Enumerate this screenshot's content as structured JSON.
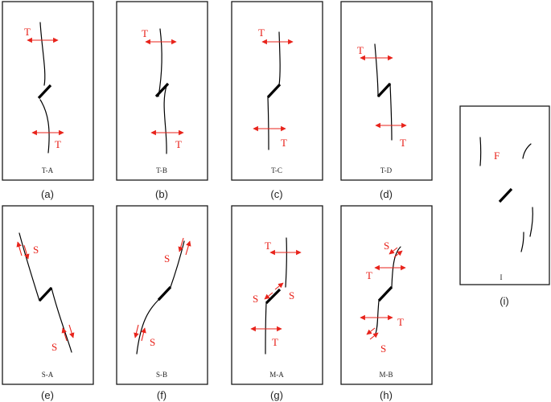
{
  "panels": {
    "a": {
      "code": "T-A",
      "caption": "(a)",
      "labels": [
        "T",
        "T"
      ]
    },
    "b": {
      "code": "T-B",
      "caption": "(b)",
      "labels": [
        "T",
        "T"
      ]
    },
    "c": {
      "code": "T-C",
      "caption": "(c)",
      "labels": [
        "T",
        "T"
      ]
    },
    "d": {
      "code": "T-D",
      "caption": "(d)",
      "labels": [
        "T",
        "T"
      ]
    },
    "e": {
      "code": "S-A",
      "caption": "(e)",
      "labels": [
        "S",
        "S"
      ]
    },
    "f": {
      "code": "S-B",
      "caption": "(f)",
      "labels": [
        "S",
        "S"
      ]
    },
    "g": {
      "code": "M-A",
      "caption": "(g)",
      "labels": [
        "T",
        "S",
        "S",
        "T"
      ]
    },
    "h": {
      "code": "M-B",
      "caption": "(h)",
      "labels": [
        "S",
        "T",
        "T",
        "S"
      ]
    },
    "i": {
      "code": "I",
      "caption": "(i)",
      "labels": [
        "F"
      ]
    }
  },
  "colors": {
    "accent": "#e8231b",
    "crack": "#000000",
    "frame": "#1a1a1a"
  }
}
